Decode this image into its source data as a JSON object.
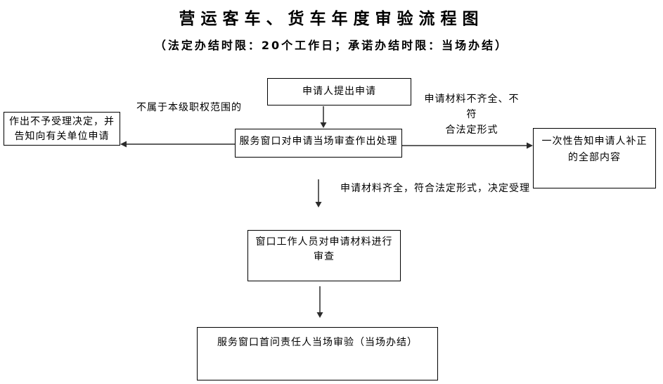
{
  "header": {
    "title": "营运客车、货车年度审验流程图",
    "subtitle": "（法定办结时限：20个工作日；承诺办结时限：当场办结）"
  },
  "nodes": {
    "apply": "申请人提出申请",
    "window_review": "服务窗口对申请当场审查作出处理",
    "reject": [
      "作出不予受理决定，并",
      "告知向有关单位申请"
    ],
    "notify": [
      "一次性告知申请人补正",
      "的全部内容"
    ],
    "staff_review": [
      "窗口工作人员对申请材料进行",
      "审查"
    ],
    "onsite": "服务窗口首问责任人当场审验（当场办结）"
  },
  "edge_labels": {
    "out_of_scope": "不属于本级职权范围的",
    "incomplete": [
      "申请材料不齐全、不符",
      "合法定形式"
    ],
    "complete": "申请材料齐全，符合法定形式，决定受理"
  },
  "colors": {
    "background": "#ffffff",
    "text": "#000000",
    "box_border": "#000000",
    "arrow": "#2b2b2b"
  }
}
